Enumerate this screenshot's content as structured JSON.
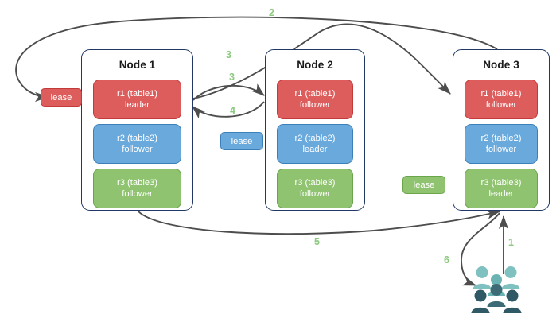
{
  "diagram": {
    "title": "Distributed range lease / leaseholder routing diagram",
    "colors": {
      "range_red": "#dd5c5c",
      "range_blue": "#6aa9dc",
      "range_green": "#8fc370",
      "node_border": "#1f3864",
      "arrow": "#4d4d4d",
      "step_label": "#8bc97f",
      "people_light": "#7fc0c0",
      "people_dark": "#3d6b75"
    },
    "nodes": [
      {
        "title": "Node 1",
        "ranges": [
          {
            "name": "r1 (table1)",
            "role": "leader",
            "color": "red"
          },
          {
            "name": "r2 (table2)",
            "role": "follower",
            "color": "blue"
          },
          {
            "name": "r3 (table3)",
            "role": "follower",
            "color": "green"
          }
        ]
      },
      {
        "title": "Node 2",
        "ranges": [
          {
            "name": "r1 (table1)",
            "role": "follower",
            "color": "red"
          },
          {
            "name": "r2 (table2)",
            "role": "leader",
            "color": "blue"
          },
          {
            "name": "r3 (table3)",
            "role": "follower",
            "color": "green"
          }
        ]
      },
      {
        "title": "Node 3",
        "ranges": [
          {
            "name": "r1 (table1)",
            "role": "follower",
            "color": "red"
          },
          {
            "name": "r2 (table2)",
            "role": "follower",
            "color": "blue"
          },
          {
            "name": "r3 (table3)",
            "role": "leader",
            "color": "green"
          }
        ]
      }
    ],
    "leases": [
      {
        "label": "lease",
        "color": "red"
      },
      {
        "label": "lease",
        "color": "blue"
      },
      {
        "label": "lease",
        "color": "green"
      }
    ],
    "steps": [
      {
        "label": "1"
      },
      {
        "label": "2"
      },
      {
        "label": "3"
      },
      {
        "label": "3"
      },
      {
        "label": "4"
      },
      {
        "label": "5"
      },
      {
        "label": "6"
      }
    ],
    "client": {
      "icon": "people-icon"
    }
  }
}
